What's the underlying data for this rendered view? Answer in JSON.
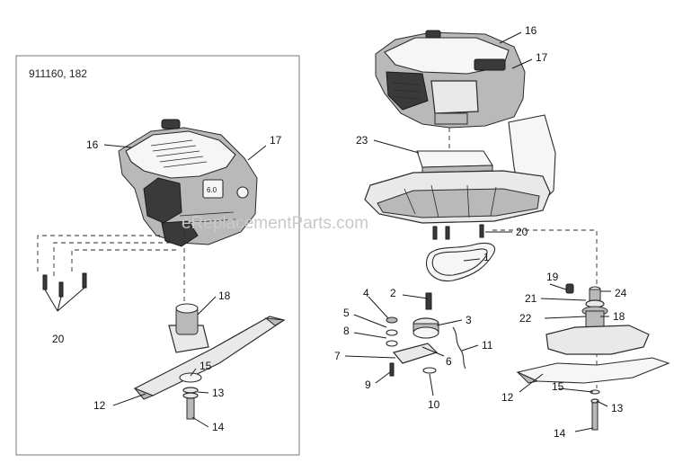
{
  "inset": {
    "caption": "911160, 182",
    "labels": {
      "n16": "16",
      "n17": "17",
      "n18": "18",
      "n20": "20",
      "n15": "15",
      "n13": "13",
      "n12": "12",
      "n14": "14"
    }
  },
  "main": {
    "labels": {
      "n16": "16",
      "n17": "17",
      "n23": "23",
      "n20": "20",
      "n1": "1",
      "n2": "2",
      "n3": "3",
      "n4": "4",
      "n5": "5",
      "n8": "8",
      "n7": "7",
      "n6": "6",
      "n9": "9",
      "n10": "10",
      "n11": "11",
      "n19": "19",
      "n24": "24",
      "n21": "21",
      "n22": "22",
      "n18": "18",
      "n12": "12",
      "n15": "15",
      "n13": "13",
      "n14": "14"
    }
  },
  "watermark": "eReplacementParts.com"
}
